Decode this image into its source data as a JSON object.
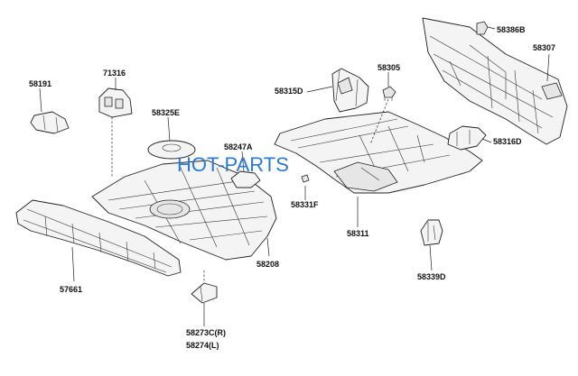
{
  "watermark": "HOT-PARTS",
  "parts": {
    "p58191": "58191",
    "p71316": "71316",
    "p58325E": "58325E",
    "p58247A": "58247A",
    "p58315D": "58315D",
    "p58305": "58305",
    "p58386B": "58386B",
    "p58307": "58307",
    "p58316D": "58316D",
    "p58331F": "58331F",
    "p58311": "58311",
    "p58208": "58208",
    "p57661": "57661",
    "p58339D": "58339D",
    "p58273C": "58273C(R)",
    "p58274": "58274(L)"
  },
  "colors": {
    "watermark": "#2a7ad8",
    "line": "#222222",
    "background": "#ffffff"
  }
}
